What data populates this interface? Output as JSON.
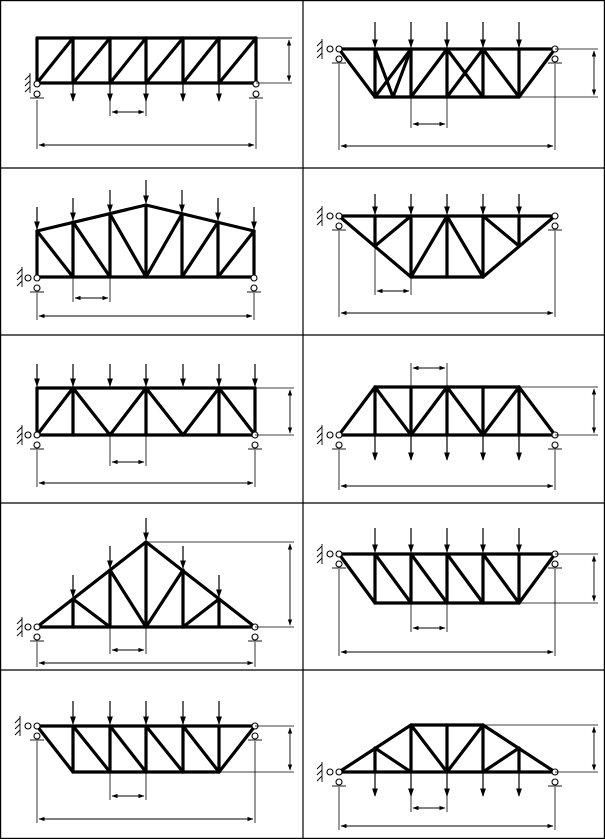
{
  "title": "",
  "panels": [
    {
      "id": "truss-1",
      "label": ""
    },
    {
      "id": "truss-2",
      "label": ""
    },
    {
      "id": "truss-3",
      "label": ""
    },
    {
      "id": "truss-4",
      "label": ""
    },
    {
      "id": "truss-5",
      "label": ""
    },
    {
      "id": "truss-6",
      "label": ""
    },
    {
      "id": "truss-7",
      "label": ""
    },
    {
      "id": "truss-8",
      "label": ""
    },
    {
      "id": "truss-9",
      "label": ""
    },
    {
      "id": "truss-10",
      "label": ""
    }
  ]
}
